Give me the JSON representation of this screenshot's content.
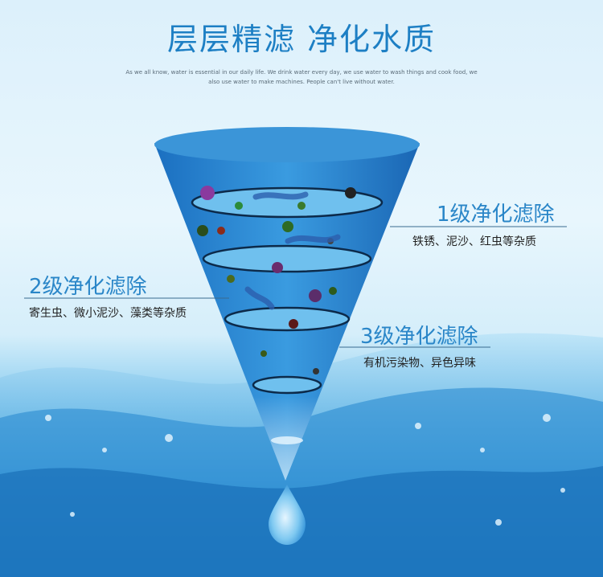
{
  "header": {
    "title": "层层精滤 净化水质",
    "subtitle": "As we all know, water is essential in our daily life. We drink water every day, we use water to wash things and cook food, we also use water to make machines. People can't live without water."
  },
  "stages": [
    {
      "title": "1级净化滤除",
      "desc": "铁锈、泥沙、红虫等杂质"
    },
    {
      "title": "2级净化滤除",
      "desc": "寄生虫、微小泥沙、藻类等杂质"
    },
    {
      "title": "3级净化滤除",
      "desc": "有机污染物、异色异味"
    }
  ],
  "colors": {
    "accent": "#2a86c8",
    "title": "#1d7fc4",
    "water": "#1e7fc6"
  }
}
